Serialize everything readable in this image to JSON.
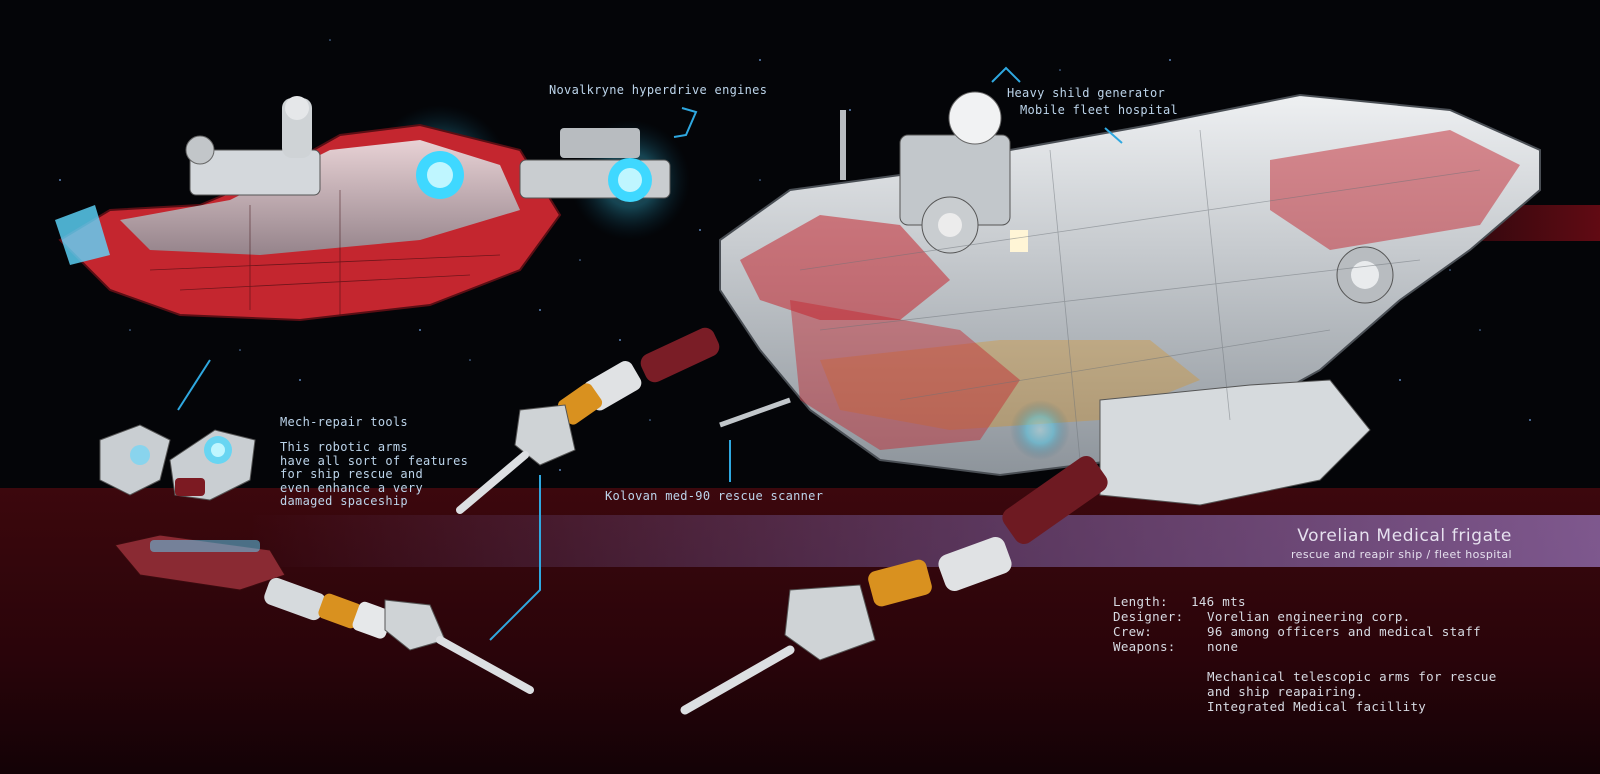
{
  "callouts": {
    "engines": "Novalkryne hyperdrive engines",
    "shield": "Heavy shild generator",
    "hospital": "Mobile fleet hospital",
    "mech_title": "Mech-repair tools",
    "mech_desc": "This robotic arms\nhave all sort of features\nfor ship rescue and\neven enhance a very\ndamaged spaceship",
    "scanner": "Kolovan med-90 rescue scanner"
  },
  "title": {
    "main": "Vorelian Medical frigate",
    "sub": "rescue and reapir ship / fleet hospital"
  },
  "specs": {
    "length_key": "Length:",
    "length_val": "146 mts",
    "designer_key": "Designer:",
    "designer_val": "Vorelian engineering corp.",
    "crew_key": "Crew:",
    "crew_val": "96 among officers and medical staff",
    "weapons_key": "Weapons:",
    "weapons_val": "none",
    "notes": "Mechanical telescopic arms for rescue\nand ship reapairing.\nIntegrated Medical facillity"
  },
  "colors": {
    "hull": "#d9dde0",
    "hull_red": "#b8202a",
    "engine_glow": "#3fd8ff",
    "accent_orange": "#d9911f",
    "callout_line": "#2fa8e0"
  }
}
